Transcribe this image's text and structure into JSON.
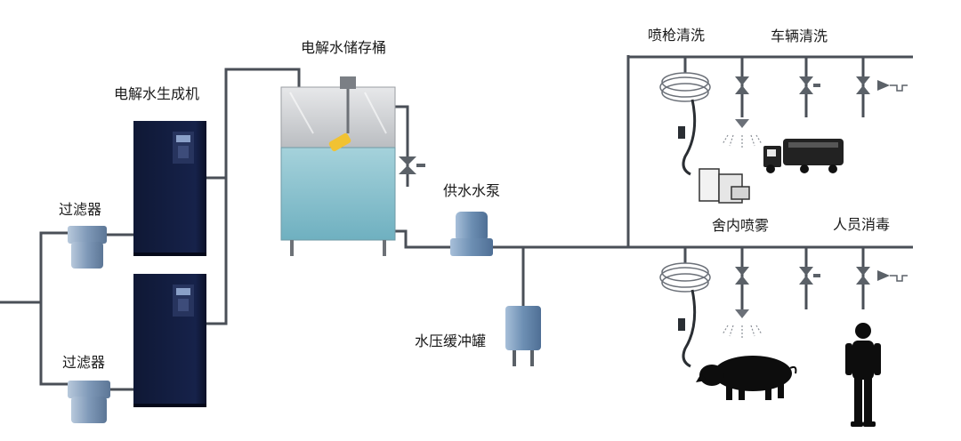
{
  "labels": {
    "generator": "电解水生成机",
    "filter_top": "过滤器",
    "filter_bottom": "过滤器",
    "storage_tank": "电解水储存桶",
    "supply_pump": "供水水泵",
    "buffer_tank": "水压缓冲罐",
    "spray_gun_wash": "喷枪清洗",
    "vehicle_wash": "车辆清洗",
    "house_mist": "舍内喷雾",
    "personnel_disinfect": "人员消毒"
  },
  "colors": {
    "pipe": "#4a4f57",
    "cabinet": "#121b3c",
    "tank_top": "#c9cbce",
    "tank_water": "#8fc3cf",
    "pump": "#6d8fb3",
    "accent": "#f1c232"
  }
}
